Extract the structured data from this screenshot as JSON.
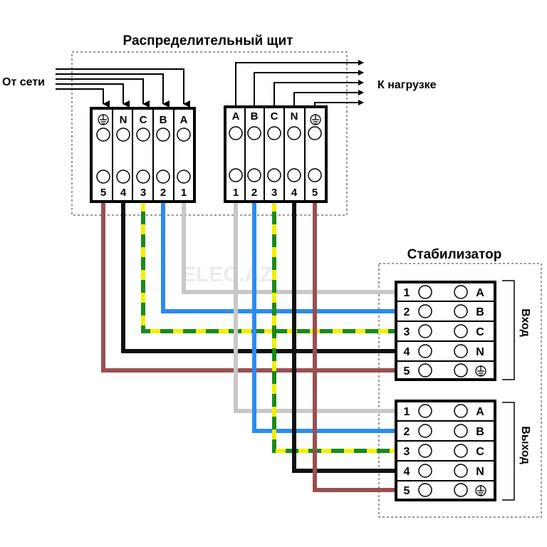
{
  "diagram": {
    "panel_title": "Распределительный щит",
    "from_grid_label": "От сети",
    "to_load_label": "К нагрузке",
    "stabilizer_title": "Стабилизатор",
    "input_label": "Вход",
    "output_label": "Выход",
    "watermark": "ELEC.AZ",
    "left_block": {
      "top_labels": [
        "⏚",
        "N",
        "C",
        "B",
        "A"
      ],
      "bottom_numbers": [
        "5",
        "4",
        "3",
        "2",
        "1"
      ]
    },
    "right_block": {
      "top_labels": [
        "A",
        "B",
        "C",
        "N",
        "⏚"
      ],
      "bottom_numbers": [
        "1",
        "2",
        "3",
        "4",
        "5"
      ]
    },
    "stab_input": {
      "numbers": [
        "1",
        "2",
        "3",
        "4",
        "5"
      ],
      "letters": [
        "A",
        "B",
        "C",
        "N",
        "⏚"
      ]
    },
    "stab_output": {
      "numbers": [
        "1",
        "2",
        "3",
        "4",
        "5"
      ],
      "letters": [
        "A",
        "B",
        "C",
        "N",
        "⏚"
      ]
    },
    "wire_colors": {
      "phase_a": "#c8c8c8",
      "phase_b": "#2a8cf0",
      "phase_c_green": "#1a8a1a",
      "phase_c_yellow": "#f0f000",
      "neutral": "#111111",
      "ground": "#9a4f50"
    }
  }
}
